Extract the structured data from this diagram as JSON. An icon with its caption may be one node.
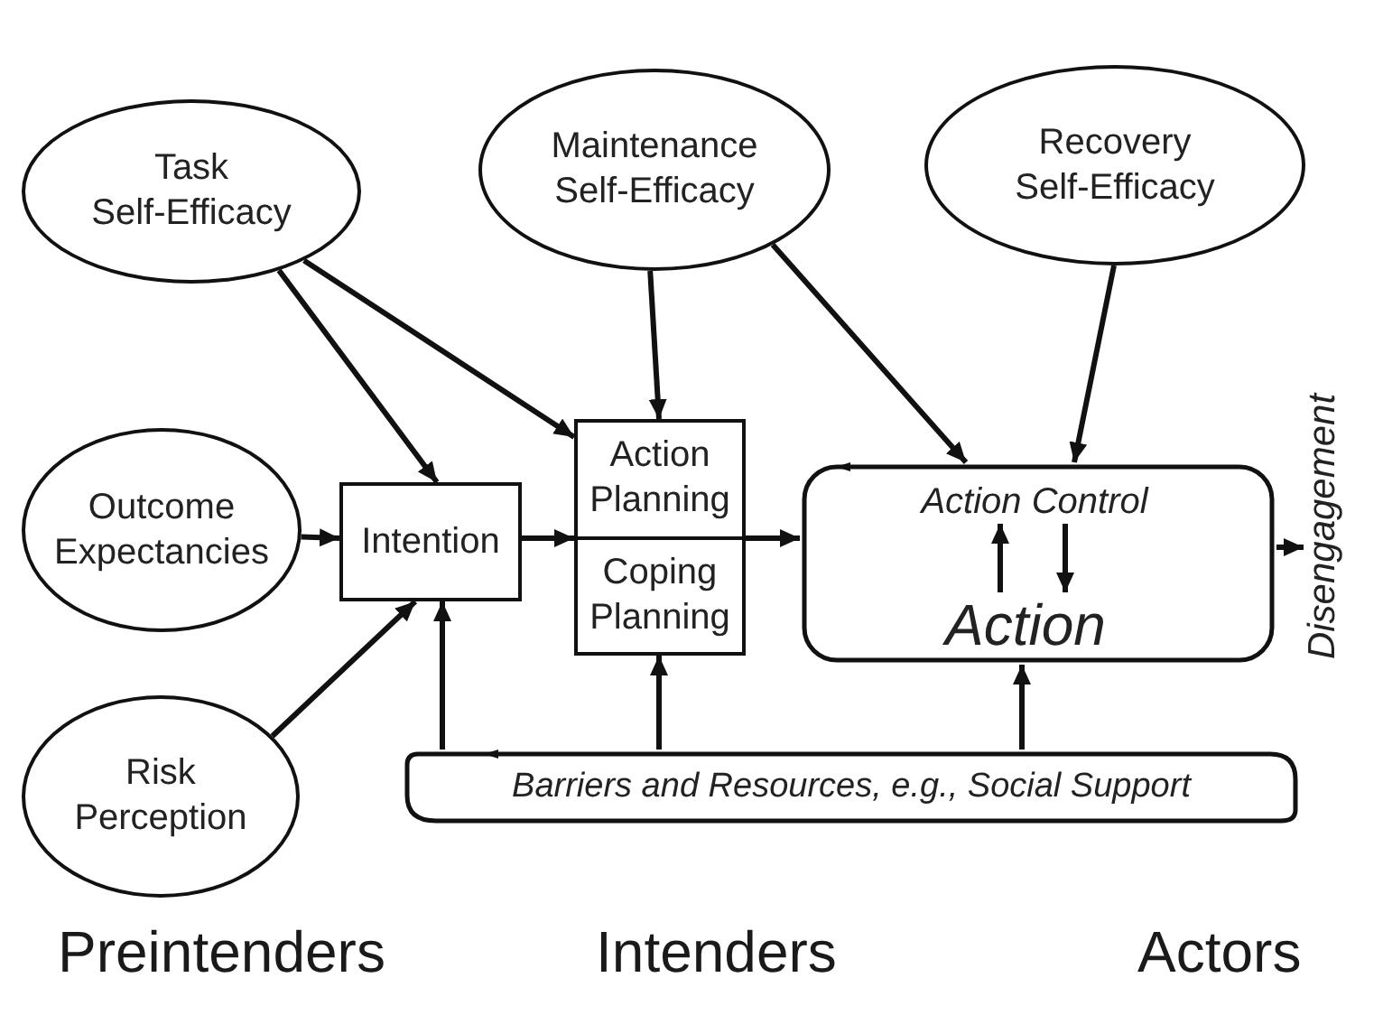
{
  "diagram": {
    "nodes": [
      {
        "text": [
          "Task Self-Efficacy"
        ]
      },
      {
        "text": [
          "Maintenance Self-Efficacy"
        ]
      },
      {
        "text": [
          "Recovery Self-Efficacy"
        ]
      },
      {
        "text": [
          "Outcome Expectancies"
        ]
      },
      {
        "text": [
          "Intention"
        ]
      },
      {
        "text": [
          "Action Planning",
          "Coping Planning"
        ]
      },
      {
        "text": [],
        "shape": "box"
      },
      {
        "text": [
          "Action Control"
        ],
        "in": 6
      },
      {
        "text": [
          "Action"
        ],
        "in": 6
      },
      {
        "text": [
          "Disengagement"
        ]
      },
      {
        "text": [
          "Risk Perception"
        ]
      },
      {
        "text": [
          "Barriers and Resources, e.g., Social Support"
        ]
      }
    ],
    "edges": [
      {
        "from": 0,
        "to": 4,
        "arrow": "to"
      },
      {
        "from": 0,
        "to": 5,
        "arrow": "to"
      },
      {
        "from": 1,
        "to": 5,
        "arrow": "to"
      },
      {
        "from": 1,
        "to": 6,
        "arrow": "to"
      },
      {
        "from": 2,
        "to": 6,
        "arrow": "to"
      },
      {
        "from": 3,
        "to": 4,
        "arrow": "to"
      },
      {
        "from": 4,
        "to": 5,
        "arrow": "to"
      },
      {
        "from": 5,
        "to": 6,
        "arrow": "to"
      },
      {
        "from": 10,
        "to": 4,
        "arrow": "to"
      },
      {
        "from": 11,
        "to": 4,
        "arrow": "to"
      },
      {
        "from": 11,
        "to": 5,
        "arrow": "to"
      },
      {
        "from": 11,
        "to": 6,
        "arrow": "to"
      },
      {
        "from": 8,
        "to": 7,
        "arrow": "to"
      },
      {
        "from": 7,
        "to": 8,
        "arrow": "to"
      },
      {
        "from": 6,
        "to": 9,
        "arrow": "to"
      }
    ],
    "labels": [
      "Preintenders",
      "Intenders",
      "Actors"
    ]
  }
}
